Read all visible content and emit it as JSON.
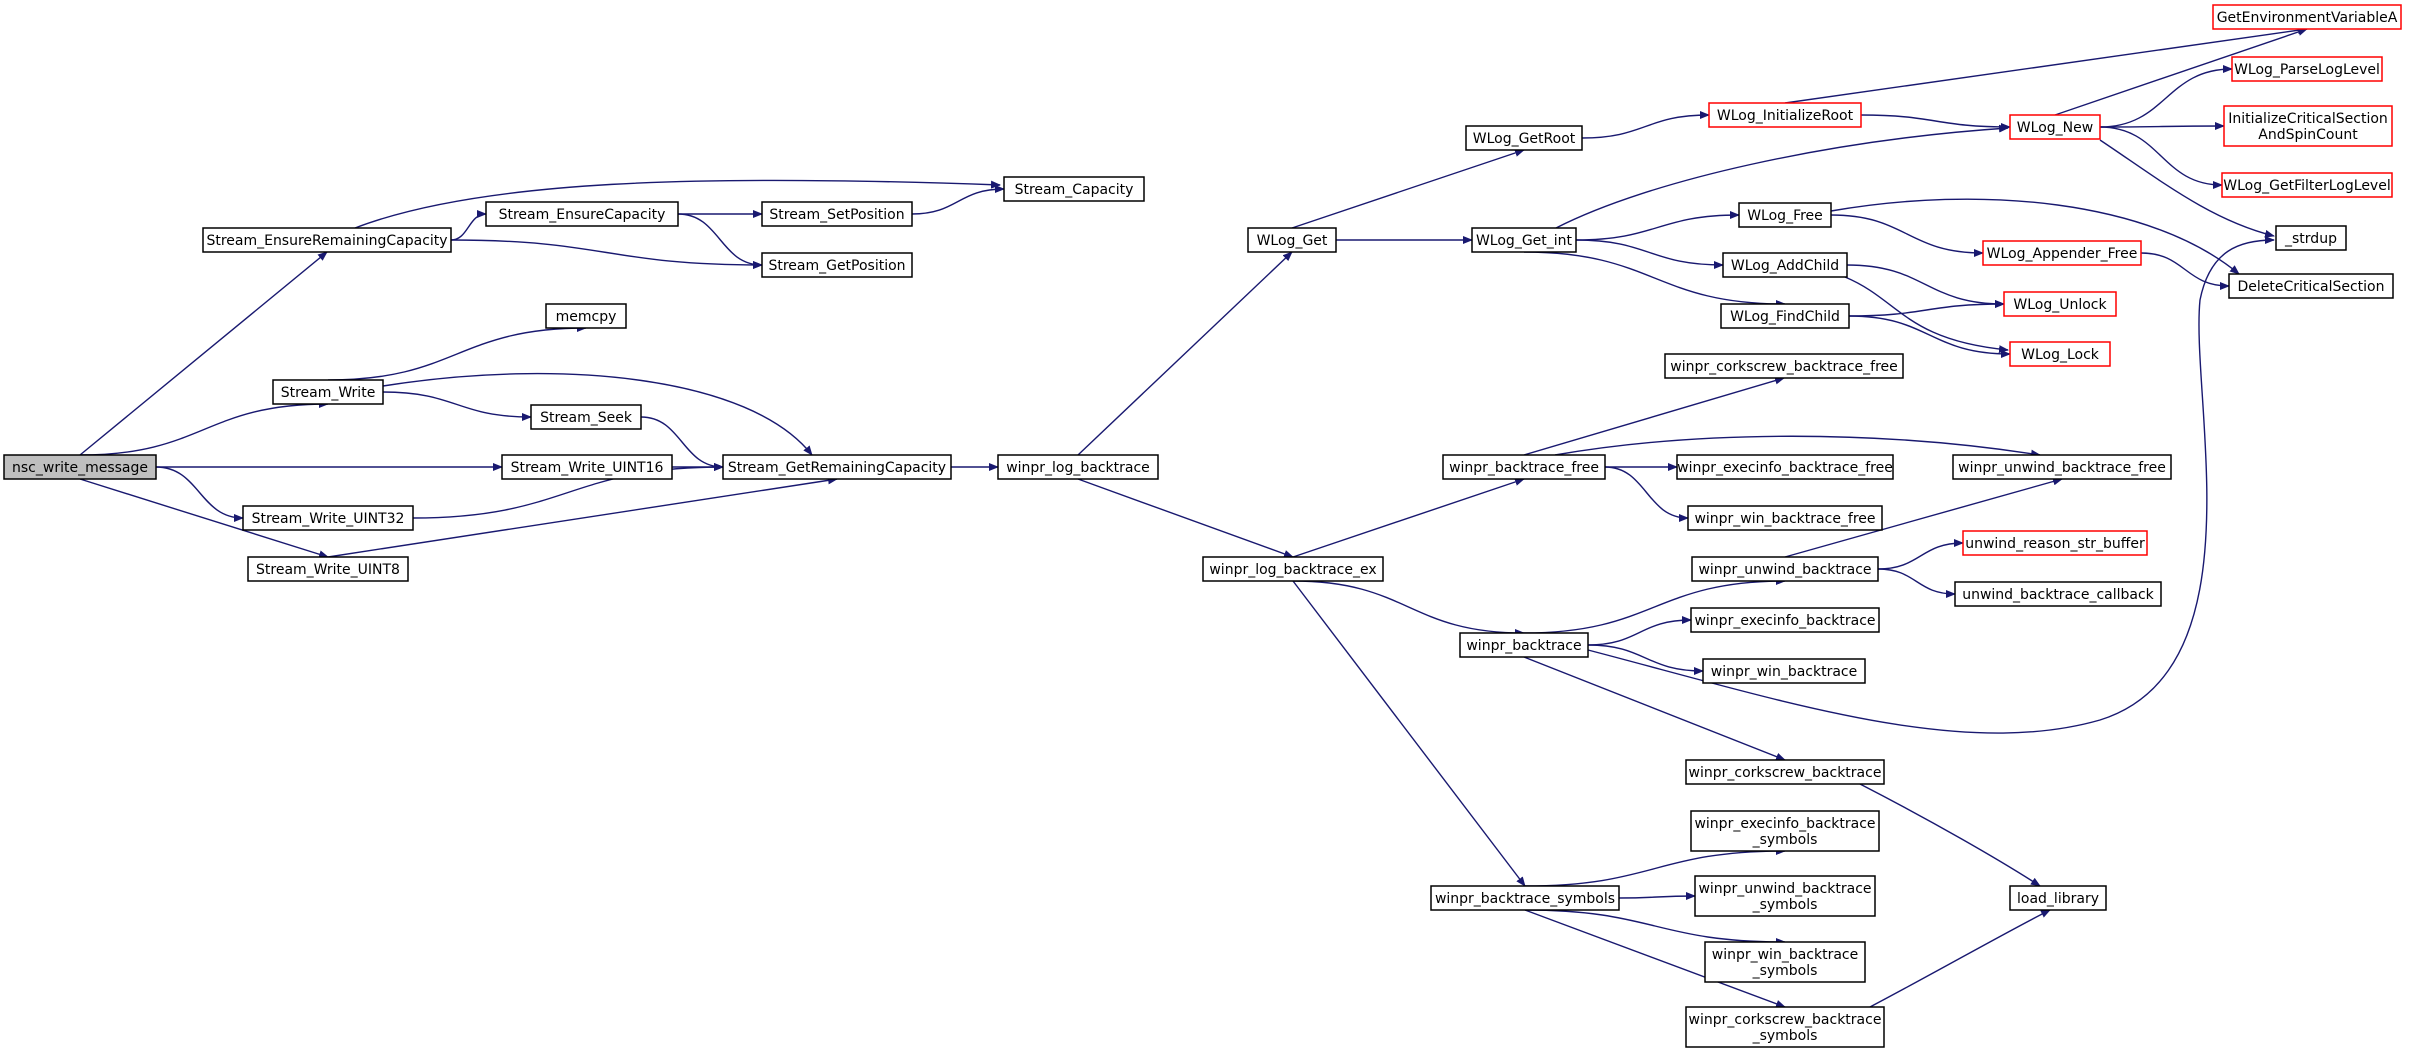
{
  "diagram": {
    "root": "nsc_write_message",
    "colors": {
      "edge": "#191970",
      "node_border": "#000000",
      "undocumented_border": "#ff0000",
      "root_fill": "#bfbfbf"
    },
    "nodes": [
      {
        "id": "nsc_write_message",
        "lines": [
          "nsc_write_message"
        ],
        "style": "root"
      },
      {
        "id": "Stream_EnsureRemainingCapacity",
        "lines": [
          "Stream_EnsureRemainingCapacity"
        ]
      },
      {
        "id": "Stream_EnsureCapacity",
        "lines": [
          "Stream_EnsureCapacity"
        ]
      },
      {
        "id": "Stream_SetPosition",
        "lines": [
          "Stream_SetPosition"
        ]
      },
      {
        "id": "Stream_Capacity",
        "lines": [
          "Stream_Capacity"
        ]
      },
      {
        "id": "Stream_GetPosition",
        "lines": [
          "Stream_GetPosition"
        ]
      },
      {
        "id": "memcpy",
        "lines": [
          "memcpy"
        ]
      },
      {
        "id": "Stream_Write",
        "lines": [
          "Stream_Write"
        ]
      },
      {
        "id": "Stream_Seek",
        "lines": [
          "Stream_Seek"
        ]
      },
      {
        "id": "Stream_Write_UINT16",
        "lines": [
          "Stream_Write_UINT16"
        ]
      },
      {
        "id": "Stream_GetRemainingCapacity",
        "lines": [
          "Stream_GetRemainingCapacity"
        ]
      },
      {
        "id": "Stream_Write_UINT32",
        "lines": [
          "Stream_Write_UINT32"
        ]
      },
      {
        "id": "Stream_Write_UINT8",
        "lines": [
          "Stream_Write_UINT8"
        ]
      },
      {
        "id": "winpr_log_backtrace",
        "lines": [
          "winpr_log_backtrace"
        ]
      },
      {
        "id": "WLog_Get",
        "lines": [
          "WLog_Get"
        ]
      },
      {
        "id": "winpr_log_backtrace_ex",
        "lines": [
          "winpr_log_backtrace_ex"
        ]
      },
      {
        "id": "WLog_GetRoot",
        "lines": [
          "WLog_GetRoot"
        ]
      },
      {
        "id": "WLog_Get_int",
        "lines": [
          "WLog_Get_int"
        ]
      },
      {
        "id": "WLog_InitializeRoot",
        "lines": [
          "WLog_InitializeRoot"
        ],
        "style": "undocumented"
      },
      {
        "id": "WLog_New",
        "lines": [
          "WLog_New"
        ],
        "style": "undocumented"
      },
      {
        "id": "GetEnvironmentVariableA",
        "lines": [
          "GetEnvironmentVariableA"
        ],
        "style": "undocumented"
      },
      {
        "id": "WLog_ParseLogLevel",
        "lines": [
          "WLog_ParseLogLevel"
        ],
        "style": "undocumented"
      },
      {
        "id": "InitializeCriticalSectionAndSpinCount",
        "lines": [
          "InitializeCriticalSection",
          "AndSpinCount"
        ],
        "style": "undocumented"
      },
      {
        "id": "WLog_GetFilterLogLevel",
        "lines": [
          "WLog_GetFilterLogLevel"
        ],
        "style": "undocumented"
      },
      {
        "id": "_strdup",
        "lines": [
          "_strdup"
        ]
      },
      {
        "id": "DeleteCriticalSection",
        "lines": [
          "DeleteCriticalSection"
        ]
      },
      {
        "id": "WLog_Free",
        "lines": [
          "WLog_Free"
        ]
      },
      {
        "id": "WLog_Appender_Free",
        "lines": [
          "WLog_Appender_Free"
        ],
        "style": "undocumented"
      },
      {
        "id": "WLog_AddChild",
        "lines": [
          "WLog_AddChild"
        ]
      },
      {
        "id": "WLog_FindChild",
        "lines": [
          "WLog_FindChild"
        ]
      },
      {
        "id": "WLog_Unlock",
        "lines": [
          "WLog_Unlock"
        ],
        "style": "undocumented"
      },
      {
        "id": "WLog_Lock",
        "lines": [
          "WLog_Lock"
        ],
        "style": "undocumented"
      },
      {
        "id": "winpr_corkscrew_backtrace_free",
        "lines": [
          "winpr_corkscrew_backtrace_free"
        ]
      },
      {
        "id": "winpr_backtrace_free",
        "lines": [
          "winpr_backtrace_free"
        ]
      },
      {
        "id": "winpr_execinfo_backtrace_free",
        "lines": [
          "winpr_execinfo_backtrace_free"
        ]
      },
      {
        "id": "winpr_unwind_backtrace_free",
        "lines": [
          "winpr_unwind_backtrace_free"
        ]
      },
      {
        "id": "winpr_win_backtrace_free",
        "lines": [
          "winpr_win_backtrace_free"
        ]
      },
      {
        "id": "winpr_unwind_backtrace",
        "lines": [
          "winpr_unwind_backtrace"
        ]
      },
      {
        "id": "unwind_reason_str_buffer",
        "lines": [
          "unwind_reason_str_buffer"
        ],
        "style": "undocumented"
      },
      {
        "id": "unwind_backtrace_callback",
        "lines": [
          "unwind_backtrace_callback"
        ]
      },
      {
        "id": "winpr_backtrace",
        "lines": [
          "winpr_backtrace"
        ]
      },
      {
        "id": "winpr_execinfo_backtrace",
        "lines": [
          "winpr_execinfo_backtrace"
        ]
      },
      {
        "id": "winpr_win_backtrace",
        "lines": [
          "winpr_win_backtrace"
        ]
      },
      {
        "id": "winpr_corkscrew_backtrace",
        "lines": [
          "winpr_corkscrew_backtrace"
        ]
      },
      {
        "id": "load_library",
        "lines": [
          "load_library"
        ]
      },
      {
        "id": "winpr_backtrace_symbols",
        "lines": [
          "winpr_backtrace_symbols"
        ]
      },
      {
        "id": "winpr_execinfo_backtrace_symbols",
        "lines": [
          "winpr_execinfo_backtrace",
          "_symbols"
        ]
      },
      {
        "id": "winpr_unwind_backtrace_symbols",
        "lines": [
          "winpr_unwind_backtrace",
          "_symbols"
        ]
      },
      {
        "id": "winpr_win_backtrace_symbols",
        "lines": [
          "winpr_win_backtrace",
          "_symbols"
        ]
      },
      {
        "id": "winpr_corkscrew_backtrace_symbols",
        "lines": [
          "winpr_corkscrew_backtrace",
          "_symbols"
        ]
      }
    ],
    "edges": [
      [
        "nsc_write_message",
        "Stream_EnsureRemainingCapacity"
      ],
      [
        "nsc_write_message",
        "Stream_Write"
      ],
      [
        "nsc_write_message",
        "Stream_Write_UINT16"
      ],
      [
        "nsc_write_message",
        "Stream_Write_UINT32"
      ],
      [
        "nsc_write_message",
        "Stream_Write_UINT8"
      ],
      [
        "Stream_EnsureRemainingCapacity",
        "Stream_Capacity"
      ],
      [
        "Stream_EnsureRemainingCapacity",
        "Stream_EnsureCapacity"
      ],
      [
        "Stream_EnsureRemainingCapacity",
        "Stream_GetPosition"
      ],
      [
        "Stream_EnsureCapacity",
        "Stream_SetPosition"
      ],
      [
        "Stream_EnsureCapacity",
        "Stream_GetPosition"
      ],
      [
        "Stream_SetPosition",
        "Stream_Capacity"
      ],
      [
        "Stream_Write",
        "memcpy"
      ],
      [
        "Stream_Write",
        "Stream_Seek"
      ],
      [
        "Stream_Write",
        "Stream_GetRemainingCapacity"
      ],
      [
        "Stream_Seek",
        "Stream_GetRemainingCapacity"
      ],
      [
        "Stream_Write_UINT16",
        "Stream_GetRemainingCapacity"
      ],
      [
        "Stream_Write_UINT32",
        "Stream_GetRemainingCapacity"
      ],
      [
        "Stream_Write_UINT8",
        "Stream_GetRemainingCapacity"
      ],
      [
        "Stream_GetRemainingCapacity",
        "winpr_log_backtrace"
      ],
      [
        "winpr_log_backtrace",
        "WLog_Get"
      ],
      [
        "winpr_log_backtrace",
        "winpr_log_backtrace_ex"
      ],
      [
        "WLog_Get",
        "WLog_GetRoot"
      ],
      [
        "WLog_Get",
        "WLog_Get_int"
      ],
      [
        "WLog_GetRoot",
        "WLog_InitializeRoot"
      ],
      [
        "WLog_InitializeRoot",
        "GetEnvironmentVariableA"
      ],
      [
        "WLog_InitializeRoot",
        "WLog_New"
      ],
      [
        "WLog_Get_int",
        "WLog_New"
      ],
      [
        "WLog_Get_int",
        "WLog_Free"
      ],
      [
        "WLog_Get_int",
        "WLog_AddChild"
      ],
      [
        "WLog_Get_int",
        "WLog_FindChild"
      ],
      [
        "WLog_New",
        "GetEnvironmentVariableA"
      ],
      [
        "WLog_New",
        "WLog_ParseLogLevel"
      ],
      [
        "WLog_New",
        "InitializeCriticalSectionAndSpinCount"
      ],
      [
        "WLog_New",
        "WLog_GetFilterLogLevel"
      ],
      [
        "WLog_New",
        "_strdup"
      ],
      [
        "WLog_Free",
        "WLog_Appender_Free"
      ],
      [
        "WLog_Free",
        "DeleteCriticalSection"
      ],
      [
        "WLog_Appender_Free",
        "DeleteCriticalSection"
      ],
      [
        "WLog_AddChild",
        "WLog_Unlock"
      ],
      [
        "WLog_AddChild",
        "WLog_Lock"
      ],
      [
        "WLog_FindChild",
        "WLog_Unlock"
      ],
      [
        "WLog_FindChild",
        "WLog_Lock"
      ],
      [
        "winpr_log_backtrace_ex",
        "winpr_backtrace_free"
      ],
      [
        "winpr_log_backtrace_ex",
        "winpr_backtrace"
      ],
      [
        "winpr_log_backtrace_ex",
        "winpr_backtrace_symbols"
      ],
      [
        "winpr_backtrace_free",
        "winpr_corkscrew_backtrace_free"
      ],
      [
        "winpr_backtrace_free",
        "winpr_execinfo_backtrace_free"
      ],
      [
        "winpr_backtrace_free",
        "winpr_unwind_backtrace_free"
      ],
      [
        "winpr_backtrace_free",
        "winpr_win_backtrace_free"
      ],
      [
        "winpr_backtrace",
        "winpr_unwind_backtrace"
      ],
      [
        "winpr_backtrace",
        "winpr_execinfo_backtrace"
      ],
      [
        "winpr_backtrace",
        "winpr_win_backtrace"
      ],
      [
        "winpr_backtrace",
        "winpr_corkscrew_backtrace"
      ],
      [
        "winpr_backtrace",
        "_strdup"
      ],
      [
        "winpr_unwind_backtrace",
        "winpr_unwind_backtrace_free"
      ],
      [
        "winpr_unwind_backtrace",
        "unwind_reason_str_buffer"
      ],
      [
        "winpr_unwind_backtrace",
        "unwind_backtrace_callback"
      ],
      [
        "winpr_corkscrew_backtrace",
        "load_library"
      ],
      [
        "winpr_backtrace_symbols",
        "winpr_execinfo_backtrace_symbols"
      ],
      [
        "winpr_backtrace_symbols",
        "winpr_unwind_backtrace_symbols"
      ],
      [
        "winpr_backtrace_symbols",
        "winpr_win_backtrace_symbols"
      ],
      [
        "winpr_backtrace_symbols",
        "winpr_corkscrew_backtrace_symbols"
      ],
      [
        "winpr_corkscrew_backtrace_symbols",
        "load_library"
      ]
    ]
  }
}
